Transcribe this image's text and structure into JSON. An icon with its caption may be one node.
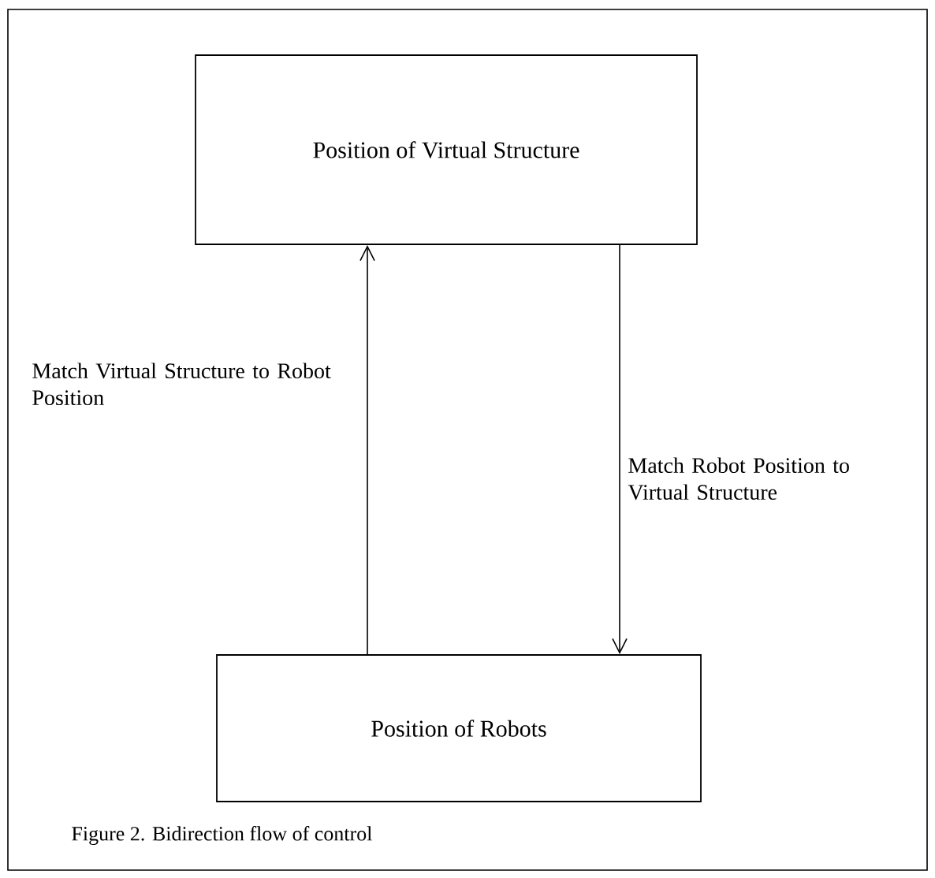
{
  "diagram": {
    "caption": "Figure 2. Bidirection flow of control",
    "nodes": [
      {
        "text": [
          "Position of Virtual Structure"
        ]
      },
      {
        "text": [
          "Position of Robots"
        ]
      }
    ],
    "edges": [
      {
        "from": 1,
        "to": 0,
        "arrow": "to",
        "label": "Match Virtual Structure to Robot Position"
      },
      {
        "from": 0,
        "to": 1,
        "arrow": "to",
        "label": "Match Robot Position to Virtual Structure"
      }
    ]
  }
}
